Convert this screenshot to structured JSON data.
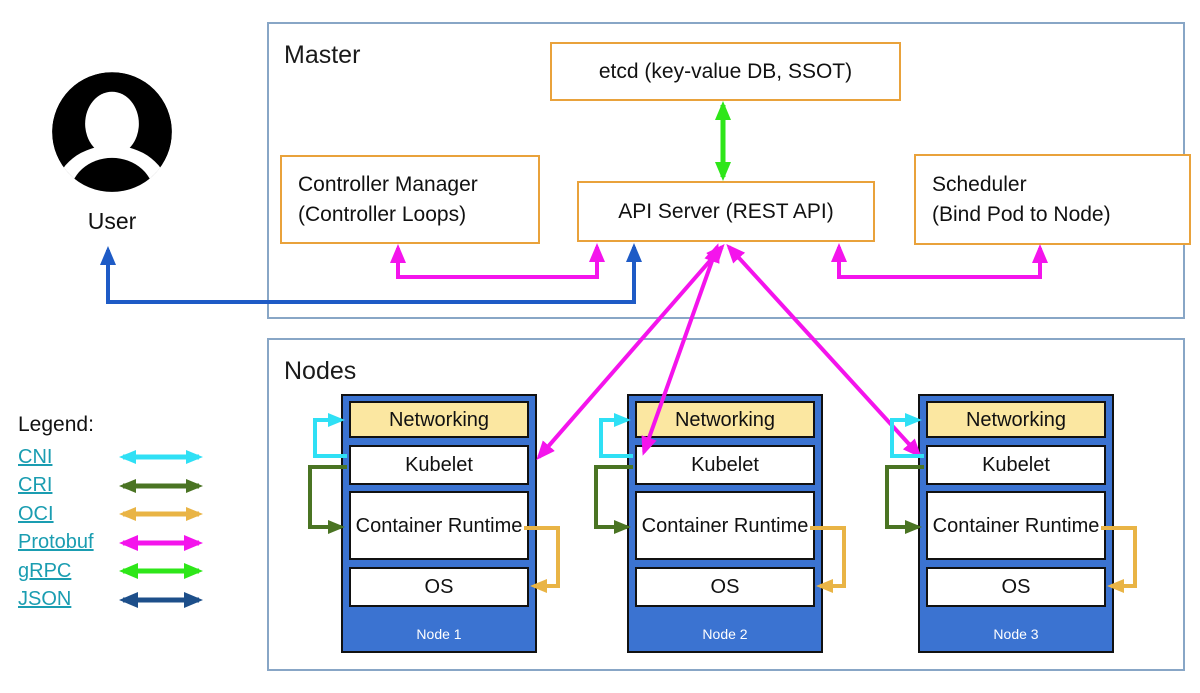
{
  "user": {
    "label": "User"
  },
  "master": {
    "title": "Master",
    "etcd_label": "etcd (key-value DB, SSOT)",
    "cm_line1": "Controller Manager",
    "cm_line2": "(Controller Loops)",
    "api_server_label": "API Server (REST API)",
    "sched_line1": "Scheduler",
    "sched_line2": "(Bind Pod to Node)"
  },
  "nodes_section": {
    "title": "Nodes",
    "layers": {
      "networking": "Networking",
      "kubelet": "Kubelet",
      "runtime": "Container Runtime",
      "os": "OS"
    },
    "nodes": [
      {
        "name": "Node 1"
      },
      {
        "name": "Node 2"
      },
      {
        "name": "Node 3"
      }
    ]
  },
  "legend": {
    "title": "Legend:",
    "items": [
      {
        "label": "CNI",
        "color": "#2fe0f5"
      },
      {
        "label": "CRI",
        "color": "#4a7423"
      },
      {
        "label": "OCI",
        "color": "#e9b445"
      },
      {
        "label": "Protobuf",
        "color": "#f414ec"
      },
      {
        "label": "gRPC",
        "color": "#2ee619"
      },
      {
        "label": "JSON",
        "color": "#1d4f8a"
      }
    ]
  },
  "colors": {
    "cni": "#2fe0f5",
    "cri": "#4a7423",
    "oci": "#e9b445",
    "protobuf": "#f414ec",
    "grpc": "#2ee619",
    "json_user_link": "#1e5bc6",
    "box_border_orange": "#e9a23b",
    "frame_border": "#88a6c6",
    "node_fill": "#3b73d1",
    "networking_fill": "#fbe7a1"
  }
}
